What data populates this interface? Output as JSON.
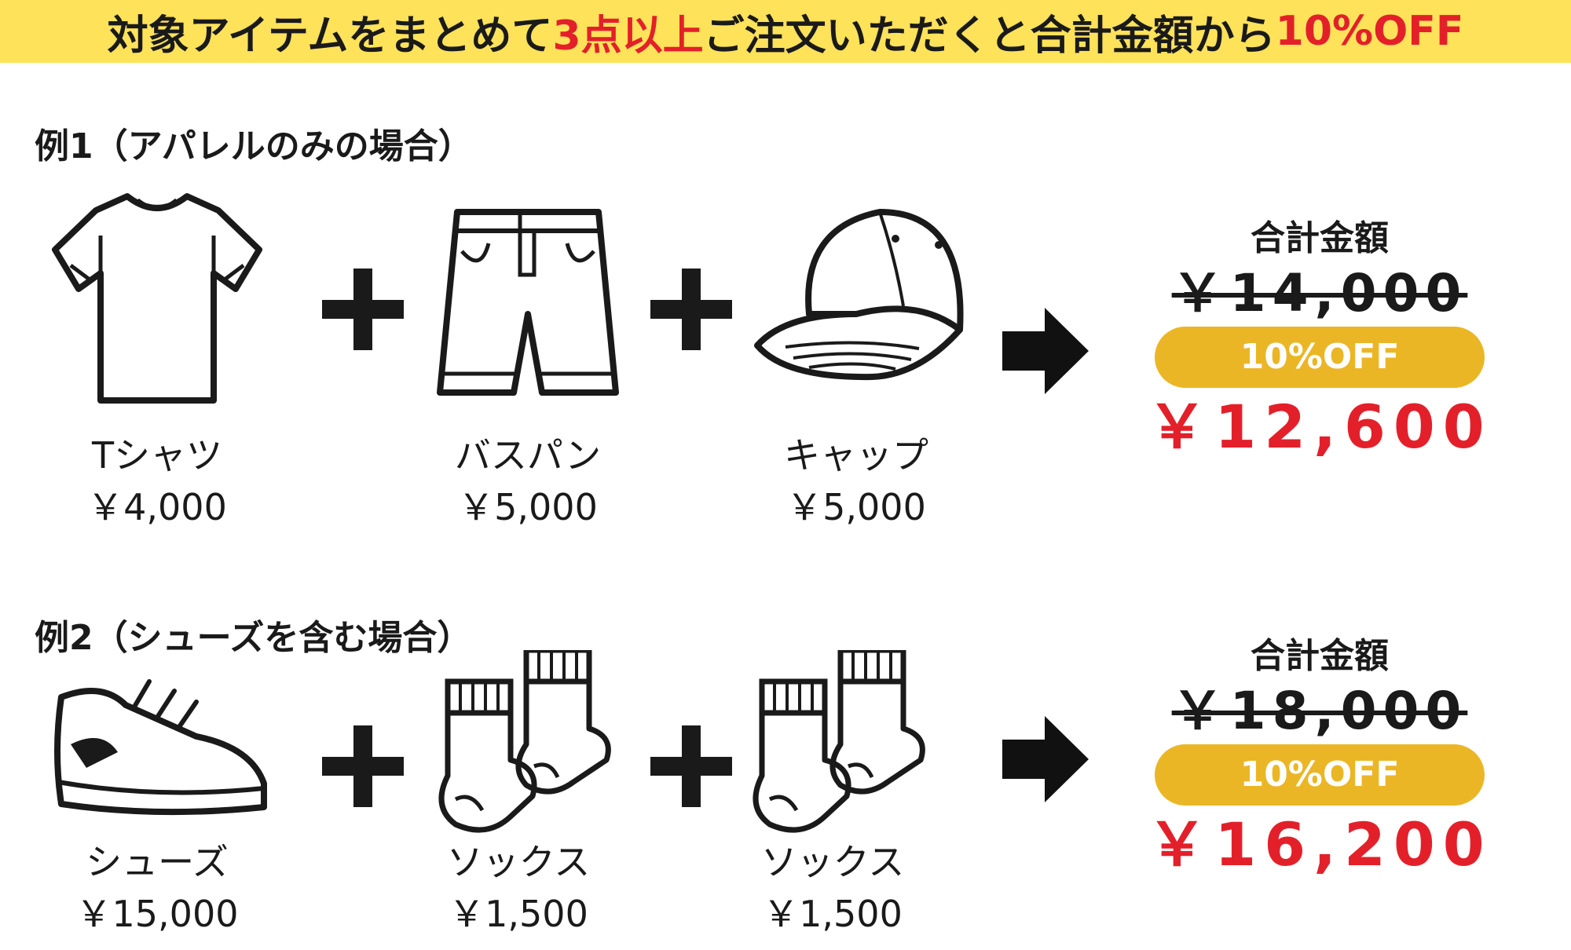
{
  "banner": {
    "text_before": "対象アイテムをまとめて",
    "highlight_qty": "3点以上",
    "text_middle": "ご注文いただくと合計金額から",
    "highlight_discount": "10%OFF"
  },
  "examples": [
    {
      "heading": "例1（アパレルのみの場合）",
      "items": [
        {
          "icon": "tshirt-icon",
          "name": "Tシャツ",
          "price": "￥4,000"
        },
        {
          "icon": "shorts-icon",
          "name": "バスパン",
          "price": "￥5,000"
        },
        {
          "icon": "cap-icon",
          "name": "キャップ",
          "price": "￥5,000"
        }
      ],
      "total_label": "合計金額",
      "original_total": "￥14,000",
      "discount_badge": "10%OFF",
      "discounted_total": "￥12,600"
    },
    {
      "heading": "例2（シューズを含む場合）",
      "items": [
        {
          "icon": "shoe-icon",
          "name": "シューズ",
          "price": "￥15,000"
        },
        {
          "icon": "socks-icon",
          "name": "ソックス",
          "price": "￥1,500"
        },
        {
          "icon": "socks-icon",
          "name": "ソックス",
          "price": "￥1,500"
        }
      ],
      "total_label": "合計金額",
      "original_total": "￥18,000",
      "discount_badge": "10%OFF",
      "discounted_total": "￥16,200"
    }
  ],
  "colors": {
    "banner_background": "#fde25a",
    "highlight_red": "#e3202a",
    "badge_gold": "#ebb626",
    "text_dark": "#1a1a1a"
  }
}
